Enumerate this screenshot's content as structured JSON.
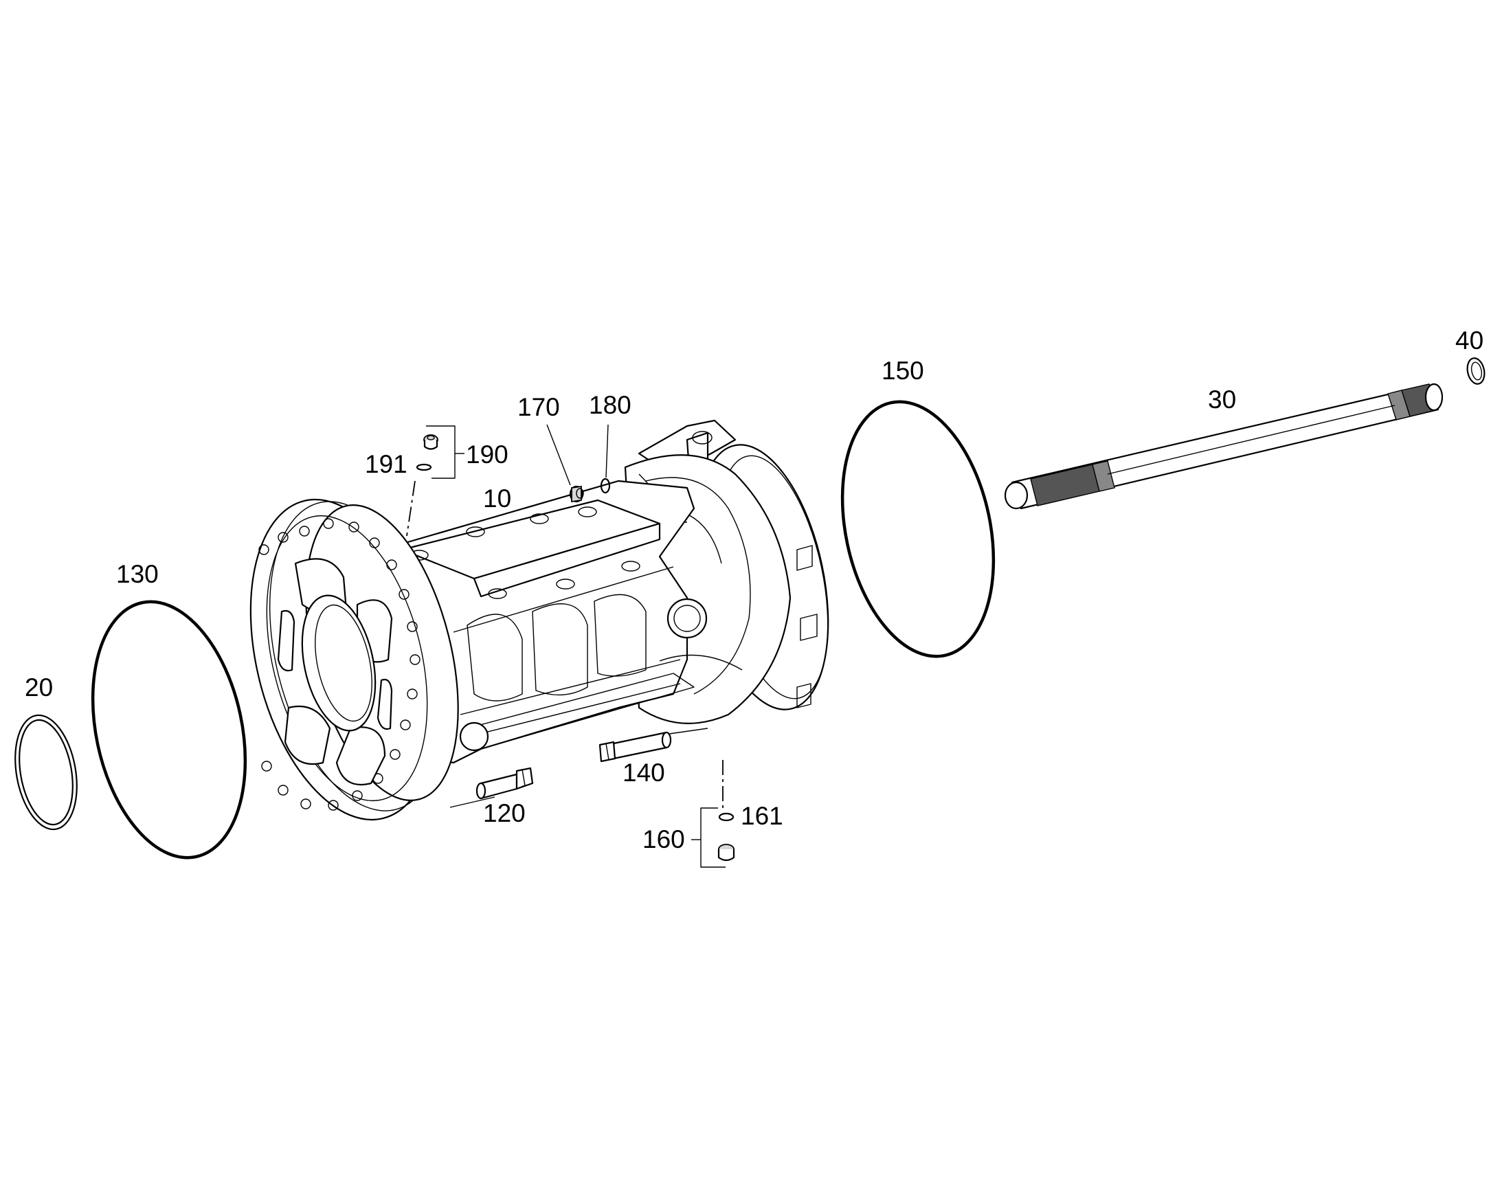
{
  "diagram": {
    "callouts": {
      "c10": "10",
      "c20": "20",
      "c30": "30",
      "c40": "40",
      "c120": "120",
      "c130": "130",
      "c140": "140",
      "c150": "150",
      "c160": "160",
      "c161": "161",
      "c170": "170",
      "c180": "180",
      "c190": "190",
      "c191": "191"
    }
  }
}
